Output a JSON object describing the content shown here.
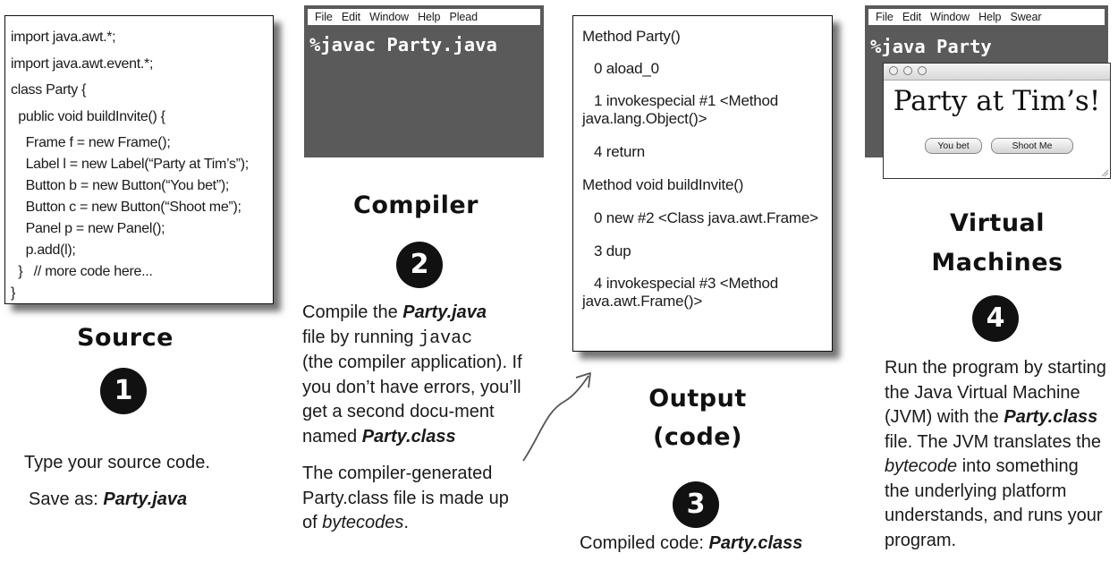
{
  "source": {
    "code_lines": [
      "import java.awt.*;",
      "import java.awt.event.*;",
      "class Party {",
      "  public void buildInvite() {",
      "    Frame f = new Frame();",
      "    Label l = new Label(“Party at Tim’s”);",
      "    Button b = new Button(“You bet”);",
      "    Button c = new Button(“Shoot me”);",
      "    Panel p = new Panel();",
      "    p.add(l);",
      "  }   // more code here...",
      "}"
    ],
    "heading": "Source",
    "number": "1",
    "desc": "Type your source code.",
    "save_prefix": "Save as: ",
    "save_file": "Party.java"
  },
  "compiler": {
    "menu": "File   Edit   Window   Help   Plead",
    "command": "%javac Party.java",
    "heading": "Compiler",
    "number": "2",
    "p1": {
      "a": "Compile the ",
      "file": "Party.java",
      "b": "file by running ",
      "cmd": "javac",
      "c": "(the compiler application). If you don’t have  errors, you’ll get a second docu-ment named ",
      "out": "Party.class"
    },
    "p2": {
      "a": "The compiler-generated Party.class file is made up of ",
      "em": "bytecodes",
      "b": "."
    }
  },
  "output": {
    "bytecode_lines": [
      "Method Party()",
      "0 aload_0",
      "1 invokespecial #1 <Method",
      "java.lang.Object()>",
      "4 return",
      "Method void buildInvite()",
      "0 new #2 <Class java.awt.Frame>",
      "3 dup",
      "4 invokespecial #3 <Method",
      "java.awt.Frame()>"
    ],
    "heading_1": "Output",
    "heading_2": "(code)",
    "number": "3",
    "caption_prefix": "Compiled code: ",
    "caption_file": "Party.class"
  },
  "vm": {
    "menu": "File   Edit   Window   Help   Swear",
    "command": "%java Party",
    "window_label": "Party at Tim’s!",
    "button_1": "You bet",
    "button_2": "Shoot Me",
    "heading_1": "Virtual",
    "heading_2": "Machines",
    "number": "4",
    "desc": {
      "a": "Run the program by starting the Java Virtual Machine (JVM) with the ",
      "file": "Party.class",
      "b": " file. The JVM translates the ",
      "em": "bytecode",
      "c": " into something the underlying platform understands, and runs your program."
    }
  },
  "colors": {
    "terminal_bg": "#5a5a5a",
    "ink": "#1a1a1a",
    "badge": "#111111"
  }
}
